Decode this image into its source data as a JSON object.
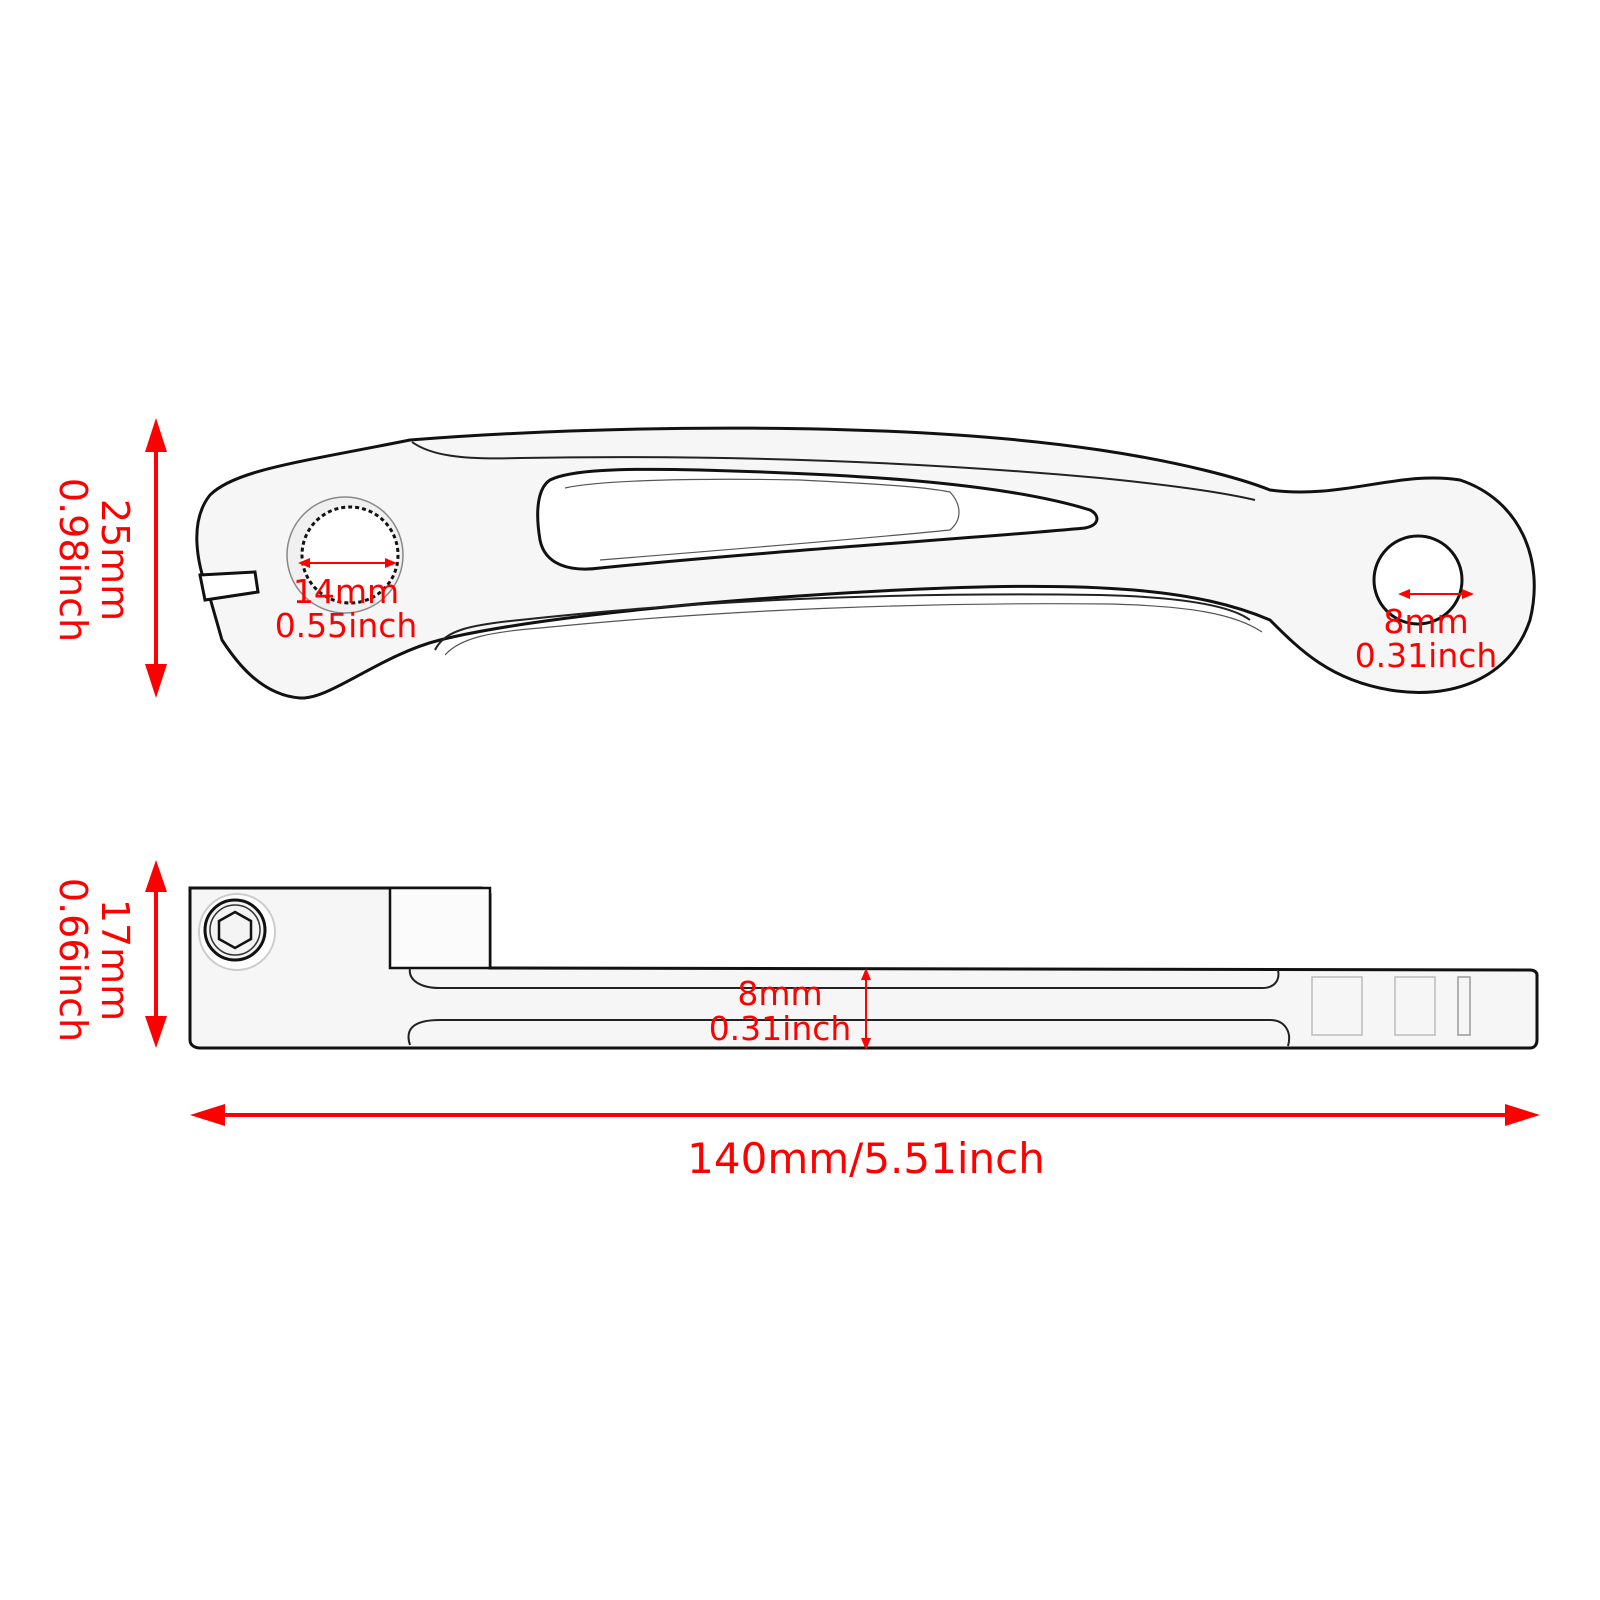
{
  "diagram": {
    "type": "technical-dimension-drawing",
    "subject": "lever",
    "accent_color": "#ff0000",
    "line_color": "#111111",
    "views": [
      {
        "name": "top-view",
        "dimensions": {
          "overall_height": {
            "mm": "25mm",
            "inch": "0.98inch"
          },
          "pivot_hole_diameter": {
            "mm": "14mm",
            "inch": "0.55inch"
          },
          "end_hole_diameter": {
            "mm": "8mm",
            "inch": "0.31inch"
          }
        }
      },
      {
        "name": "side-view",
        "dimensions": {
          "overall_height": {
            "mm": "17mm",
            "inch": "0.66inch"
          },
          "blade_thickness": {
            "mm": "8mm",
            "inch": "0.31inch"
          }
        }
      }
    ],
    "overall_length": {
      "label": "140mm/5.51inch"
    }
  }
}
